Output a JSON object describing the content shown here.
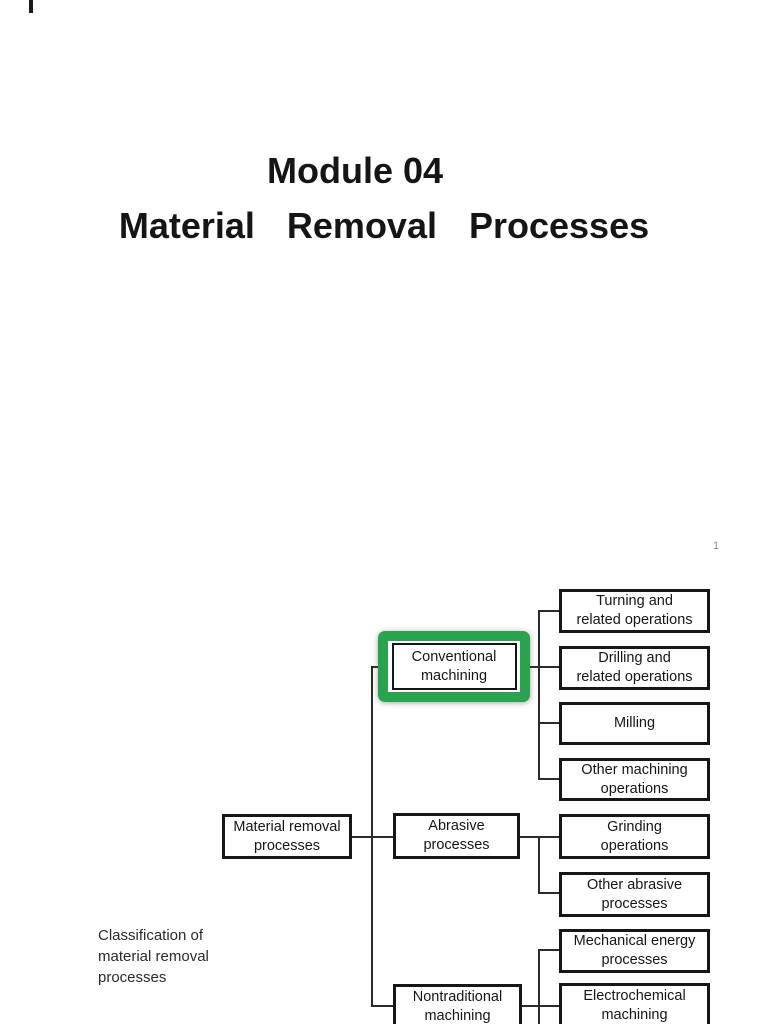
{
  "page": {
    "title_line1": "Module 04",
    "title_line2": "Material   Removal   Processes",
    "page_number": "1",
    "caption": "Classification of\nmaterial removal\nprocesses"
  },
  "diagram": {
    "highlight_color": "#2ba24f",
    "line_color": "#2b2b2b",
    "boxes": {
      "root": {
        "label": "Material removal\nprocesses"
      },
      "conventional": {
        "label": "Conventional\nmachining",
        "highlighted": true
      },
      "abrasive": {
        "label": "Abrasive\nprocesses"
      },
      "nontraditional": {
        "label": "Nontraditional\nmachining"
      },
      "turning": {
        "label": "Turning and\nrelated operations"
      },
      "drilling": {
        "label": "Drilling and\nrelated operations"
      },
      "milling": {
        "label": "Milling"
      },
      "other_machining": {
        "label": "Other machining\noperations"
      },
      "grinding": {
        "label": "Grinding\noperations"
      },
      "other_abrasive": {
        "label": "Other abrasive\nprocesses"
      },
      "mechanical_energy": {
        "label": "Mechanical energy\nprocesses"
      },
      "electrochemical": {
        "label": "Electrochemical\nmachining"
      }
    }
  }
}
